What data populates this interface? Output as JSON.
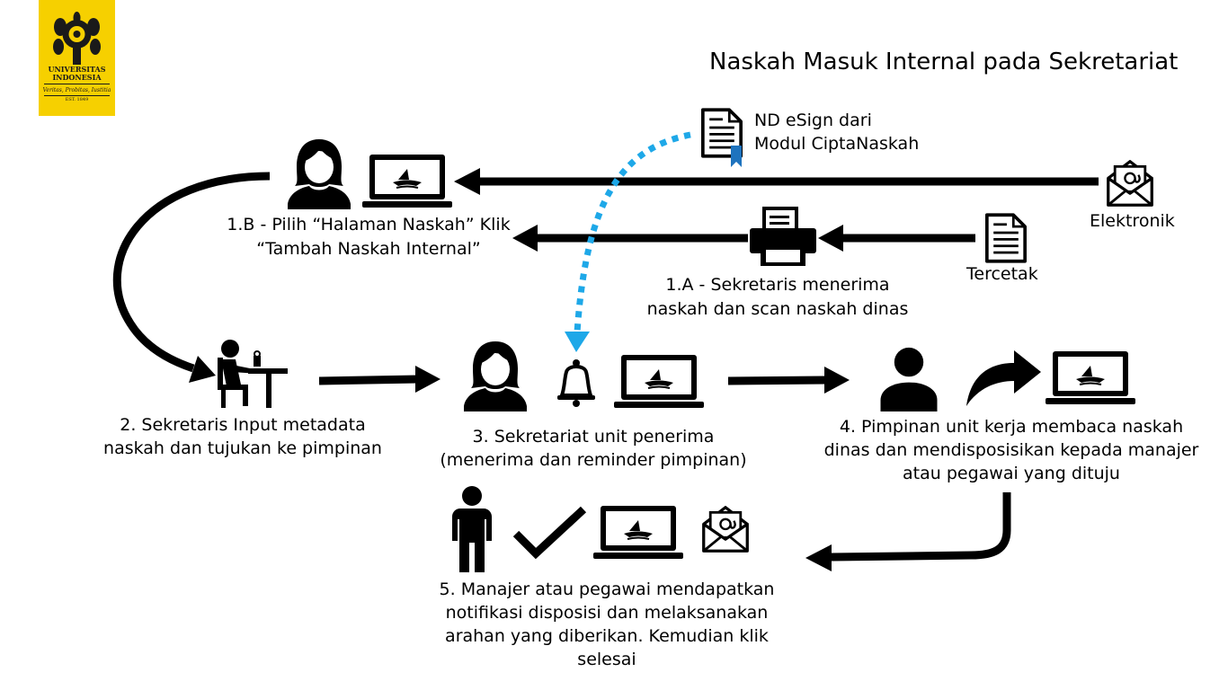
{
  "logo": {
    "university": "UNIVERSITAS",
    "country": "INDONESIA",
    "motto": "Veritas, Probitas, Iustitia",
    "established": "EST. 1849"
  },
  "title": "Naskah Masuk Internal pada Sekretariat",
  "sources": {
    "esign_line1": "ND eSign dari",
    "esign_line2": "Modul CiptaNaskah",
    "electronic": "Elektronik",
    "printed": "Tercetak"
  },
  "steps": {
    "s1b_line1": "1.B - Pilih “Halaman Naskah” Klik",
    "s1b_line2": "“Tambah Naskah Internal”",
    "s1a_line1": "1.A - Sekretaris menerima",
    "s1a_line2": "naskah dan scan naskah dinas",
    "s2_line1": "2. Sekretaris Input metadata",
    "s2_line2": "naskah dan tujukan ke pimpinan",
    "s3_line1": "3. Sekretariat unit penerima",
    "s3_line2": "(menerima dan reminder pimpinan)",
    "s4_line1": "4. Pimpinan unit kerja membaca naskah",
    "s4_line2": "dinas dan mendisposisikan kepada manajer",
    "s4_line3": "atau pegawai yang dituju",
    "s5_line1": "5. Manajer atau pegawai mendapatkan",
    "s5_line2": "notifikasi disposisi dan melaksanakan",
    "s5_line3": "arahan yang diberikan. Kemudian klik",
    "s5_line4": "selesai"
  },
  "colors": {
    "logo_bg": "#f6d000",
    "dotted_arrow": "#1ea8e8",
    "ribbon": "#1e73be"
  }
}
